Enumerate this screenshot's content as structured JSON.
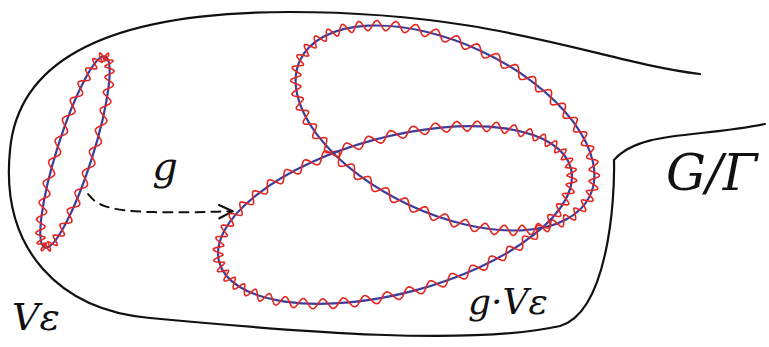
{
  "diagram": {
    "nodes": [
      {
        "text": [
          "G/Γ"
        ]
      },
      {
        "text": [
          "Vε"
        ],
        "in": 0
      },
      {
        "text": [
          "g·Vε"
        ],
        "in": 0
      }
    ],
    "edges": [
      {
        "from": 1,
        "to": 2,
        "arrow": "to",
        "label": "g"
      }
    ]
  }
}
